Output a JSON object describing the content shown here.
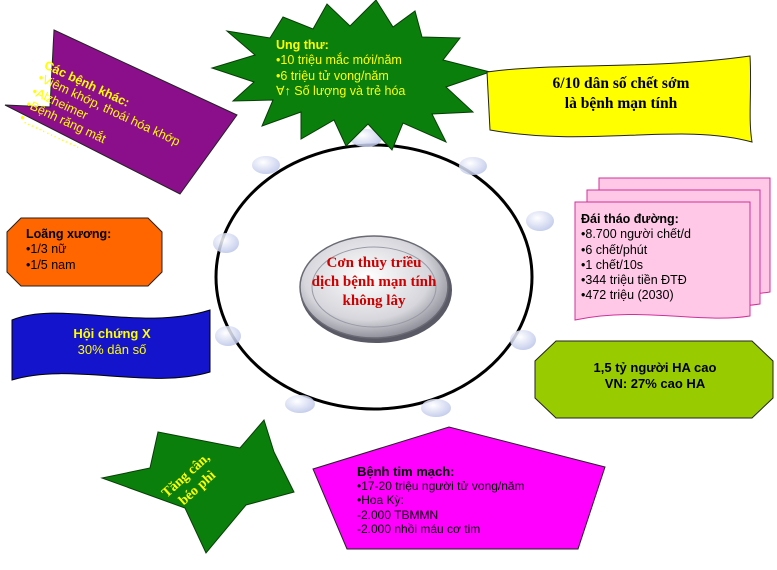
{
  "center": {
    "lines": [
      "Cơn thủy triều",
      "dịch bệnh mạn tính",
      "không lây"
    ]
  },
  "ung_thu": {
    "title": "Ung thư:",
    "lines": [
      "•10 triệu mắc mới/năm",
      "•6 triệu tử vong/năm",
      "∀↑ Số lượng và trẻ hóa"
    ]
  },
  "chet_som": {
    "lines": [
      "6/10 dân số chết sớm",
      "là bệnh mạn tính"
    ]
  },
  "dai_thao_duong": {
    "title": "Đái tháo đường:",
    "lines": [
      "•8.700 người chết/d",
      "•6 chết/phút",
      "•1 chết/10s",
      "•344 triệu tiền ĐTĐ",
      "•472 triệu (2030)"
    ]
  },
  "ha_cao": {
    "lines": [
      "1,5 tỷ người HA cao",
      "VN: 27% cao HA"
    ]
  },
  "tim_mach": {
    "title": "Bệnh tim mạch:",
    "lines": [
      "•17-20 triệu người tử vong/năm",
      "•Hoa Kỳ:",
      "-2.000 TBMMN",
      "-2.000 nhồi máu cơ tim"
    ]
  },
  "tang_can": {
    "lines": [
      "Tăng cân,",
      "béo phì"
    ]
  },
  "hoi_chung_x": {
    "lines": [
      "Hội chứng X",
      "30% dân số"
    ]
  },
  "loang_xuong": {
    "title": "Loãng xương:",
    "lines": [
      "•1/3 nữ",
      "•1/5 nam"
    ]
  },
  "benh_khac": {
    "title": "Các bệnh khác:",
    "lines": [
      "•Viêm khớp, thoái hóa khớp",
      "•Alzheimer",
      "•Bệnh răng mắt",
      "•……………"
    ]
  },
  "colors": {
    "green": "#0b7f0b",
    "yellow": "#ffff00",
    "pink": "#ffc8e6",
    "lime": "#99cc00",
    "magenta": "#ff00ff",
    "blue": "#1414cc",
    "orange": "#ff6600",
    "purple": "#8b0f8b"
  }
}
